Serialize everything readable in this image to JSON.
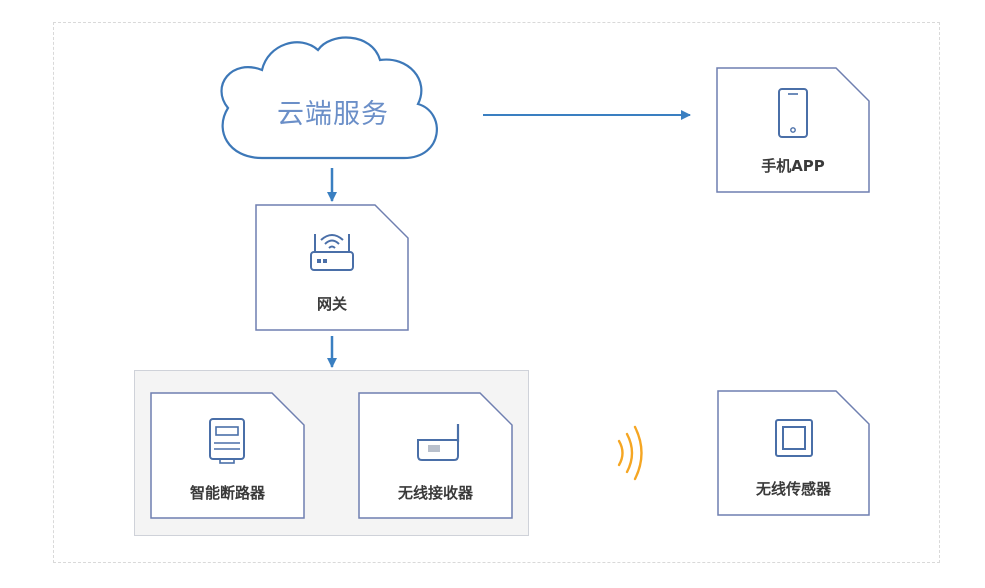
{
  "nodes": {
    "cloud": {
      "label": "云端服务"
    },
    "app": {
      "label": "手机APP",
      "icon": "smartphone-icon"
    },
    "gateway": {
      "label": "网关",
      "icon": "router-icon"
    },
    "breaker": {
      "label": "智能断路器",
      "icon": "meter-icon"
    },
    "receiver": {
      "label": "无线接收器",
      "icon": "receiver-antenna-icon"
    },
    "sensor": {
      "label": "无线传感器",
      "icon": "sensor-square-icon"
    }
  },
  "colors": {
    "line": "#3a7fc1",
    "cardBorder": "#6f7fb0",
    "cloudStroke": "#3d78b8",
    "signal": "#f5a623"
  }
}
